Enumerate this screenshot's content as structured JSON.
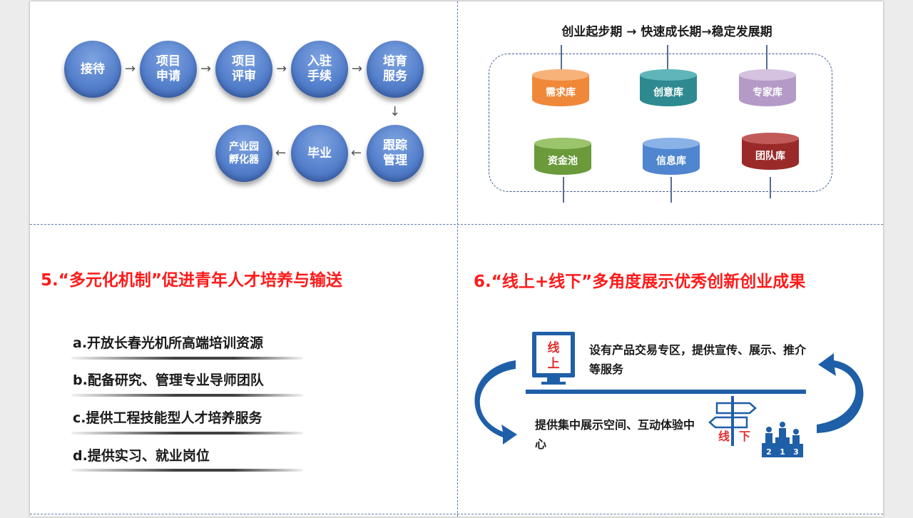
{
  "flow": {
    "steps": [
      "接待",
      "项目\n申请",
      "项目\n评审",
      "入驻\n手续",
      "培育\n服务",
      "跟踪\n管理",
      "毕业",
      "产业园\n孵化器"
    ],
    "arrows": [
      "→",
      "→",
      "→",
      "→",
      "↓",
      "←",
      "←"
    ]
  },
  "stages": {
    "title": "创业起步期 → 快速成长期→稳定发展期"
  },
  "databases": [
    {
      "label": "需求库",
      "color": "#f0883a",
      "top_color": "#f7b27a"
    },
    {
      "label": "创意库",
      "color": "#2e8a90",
      "top_color": "#5fb5ba"
    },
    {
      "label": "专家库",
      "color": "#b49ac6",
      "top_color": "#d4c2e0"
    },
    {
      "label": "资金池",
      "color": "#6a9a3a",
      "top_color": "#9cc46c"
    },
    {
      "label": "信息库",
      "color": "#4f86cf",
      "top_color": "#8ab2e6"
    },
    {
      "label": "团队库",
      "color": "#9a2a2a",
      "top_color": "#c25a5a"
    }
  ],
  "section5": {
    "title": "5.“多元化机制”促进青年人才培养与输送",
    "items": [
      "a.开放长春光机所高端培训资源",
      "b.配备研究、管理专业导师团队",
      "c.提供工程技能型人才培养服务",
      "d.提供实习、就业岗位"
    ]
  },
  "section6": {
    "title": "6.“线上+线下”多角度展示优秀创新创业成果",
    "online_label": [
      "线",
      "上"
    ],
    "online_text": "设有产品交易专区，提供宣传、展示、推介等服务",
    "offline_text": "提供集中展示空间、互动体验中心",
    "offline_label": [
      "线",
      "下"
    ],
    "podium": [
      "2",
      "1",
      "3"
    ]
  },
  "colors": {
    "accent_red": "#ff1a1a",
    "blue": "#1f5fa8"
  }
}
